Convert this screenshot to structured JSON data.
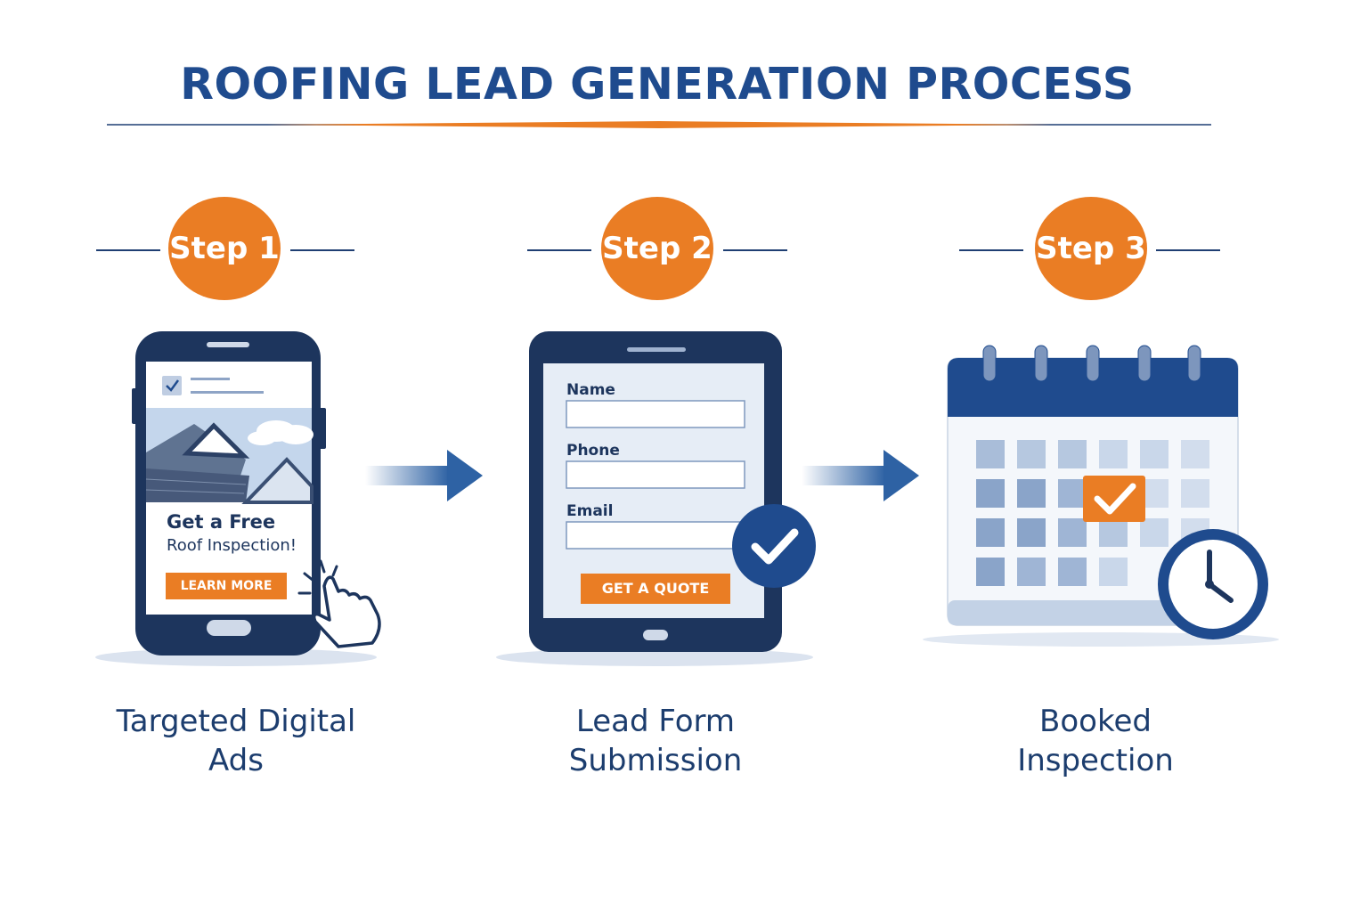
{
  "title": "ROOFING LEAD GENERATION PROCESS",
  "colors": {
    "navy": "#1f4b8e",
    "dark_navy": "#1d355d",
    "orange": "#ea7d24",
    "light_blue": "#c8d6ea"
  },
  "steps": [
    {
      "badge": "Step 1",
      "caption_line1": "Targeted Digital",
      "caption_line2": "Ads",
      "ad": {
        "headline": "Get a Free",
        "subline": "Roof Inspection!",
        "button": "LEARN MORE"
      }
    },
    {
      "badge": "Step 2",
      "caption_line1": "Lead Form",
      "caption_line2": "Submission",
      "form": {
        "name_label": "Name",
        "phone_label": "Phone",
        "email_label": "Email",
        "button": "GET A QUOTE"
      }
    },
    {
      "badge": "Step 3",
      "caption_line1": "Booked",
      "caption_line2": "Inspection"
    }
  ],
  "icons": [
    "check-icon",
    "pointer-hand-icon",
    "checkmark-circle-icon",
    "calendar-icon",
    "clock-icon",
    "arrow-right-icon"
  ]
}
